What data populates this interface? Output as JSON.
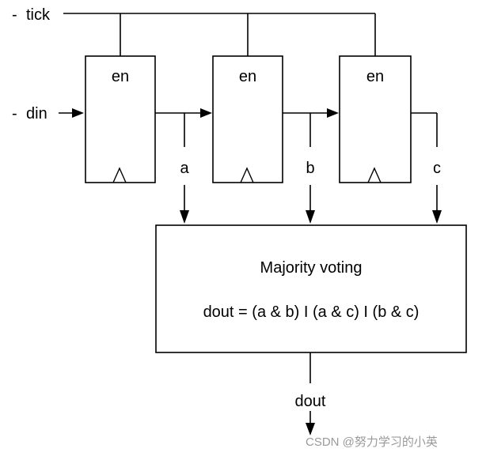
{
  "diagram": {
    "inputs": {
      "tick": "tick",
      "din": "din"
    },
    "input_marker": "-",
    "registers": [
      {
        "enable_label": "en"
      },
      {
        "enable_label": "en"
      },
      {
        "enable_label": "en"
      }
    ],
    "signals": {
      "a": "a",
      "b": "b",
      "c": "c"
    },
    "voter": {
      "title": "Majority voting",
      "equation": "dout = (a & b) I (a & c) I (b & c)"
    },
    "output": "dout",
    "watermark": "CSDN @努力学习的小英"
  }
}
